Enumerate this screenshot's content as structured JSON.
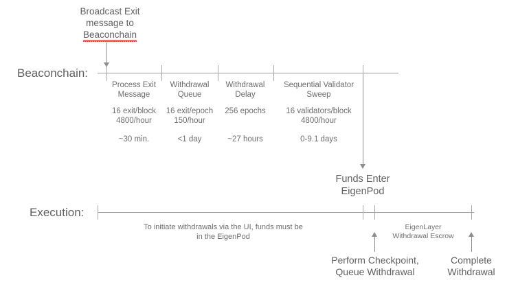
{
  "diagram": {
    "title_callout": {
      "line1": "Broadcast Exit",
      "line2": "message to",
      "line3_misspelled": "Beaconchain"
    },
    "rows": {
      "beaconchain_label": "Beaconchain:",
      "execution_label": "Execution:"
    },
    "beaconchain_stages": [
      {
        "name": "stage-process-exit-message",
        "title": "Process Exit\nMessage",
        "rate": "16 exit/block\n4800/hour",
        "time": "~30 min."
      },
      {
        "name": "stage-withdrawal-queue",
        "title": "Withdrawal\nQueue",
        "rate": "16 exit/epoch\n150/hour",
        "time": "<1 day"
      },
      {
        "name": "stage-withdrawal-delay",
        "title": "Withdrawal\nDelay",
        "rate": "256 epochs",
        "time": "~27 hours"
      },
      {
        "name": "stage-sequential-validator-sweep",
        "title": "Sequential Validator\nSweep",
        "rate": "16 validators/block\n4800/hour",
        "time": "0-9.1 days"
      }
    ],
    "funds_enter_eigenpod": "Funds Enter\nEigenPod",
    "execution_note": "To initiate withdrawals via the UI, funds must be\nin the EigenPod",
    "escrow_note": "EigenLayer\nWithdrawal Escrow",
    "execution_events": [
      {
        "name": "event-perform-checkpoint",
        "label": "Perform Checkpoint,\nQueue Withdrawal"
      },
      {
        "name": "event-complete-withdrawal",
        "label": "Complete\nWithdrawal"
      }
    ],
    "colors": {
      "text": "#6b6b6b",
      "axis": "#9a9a9a",
      "spellcheck_underline": "#e04a3f"
    }
  }
}
